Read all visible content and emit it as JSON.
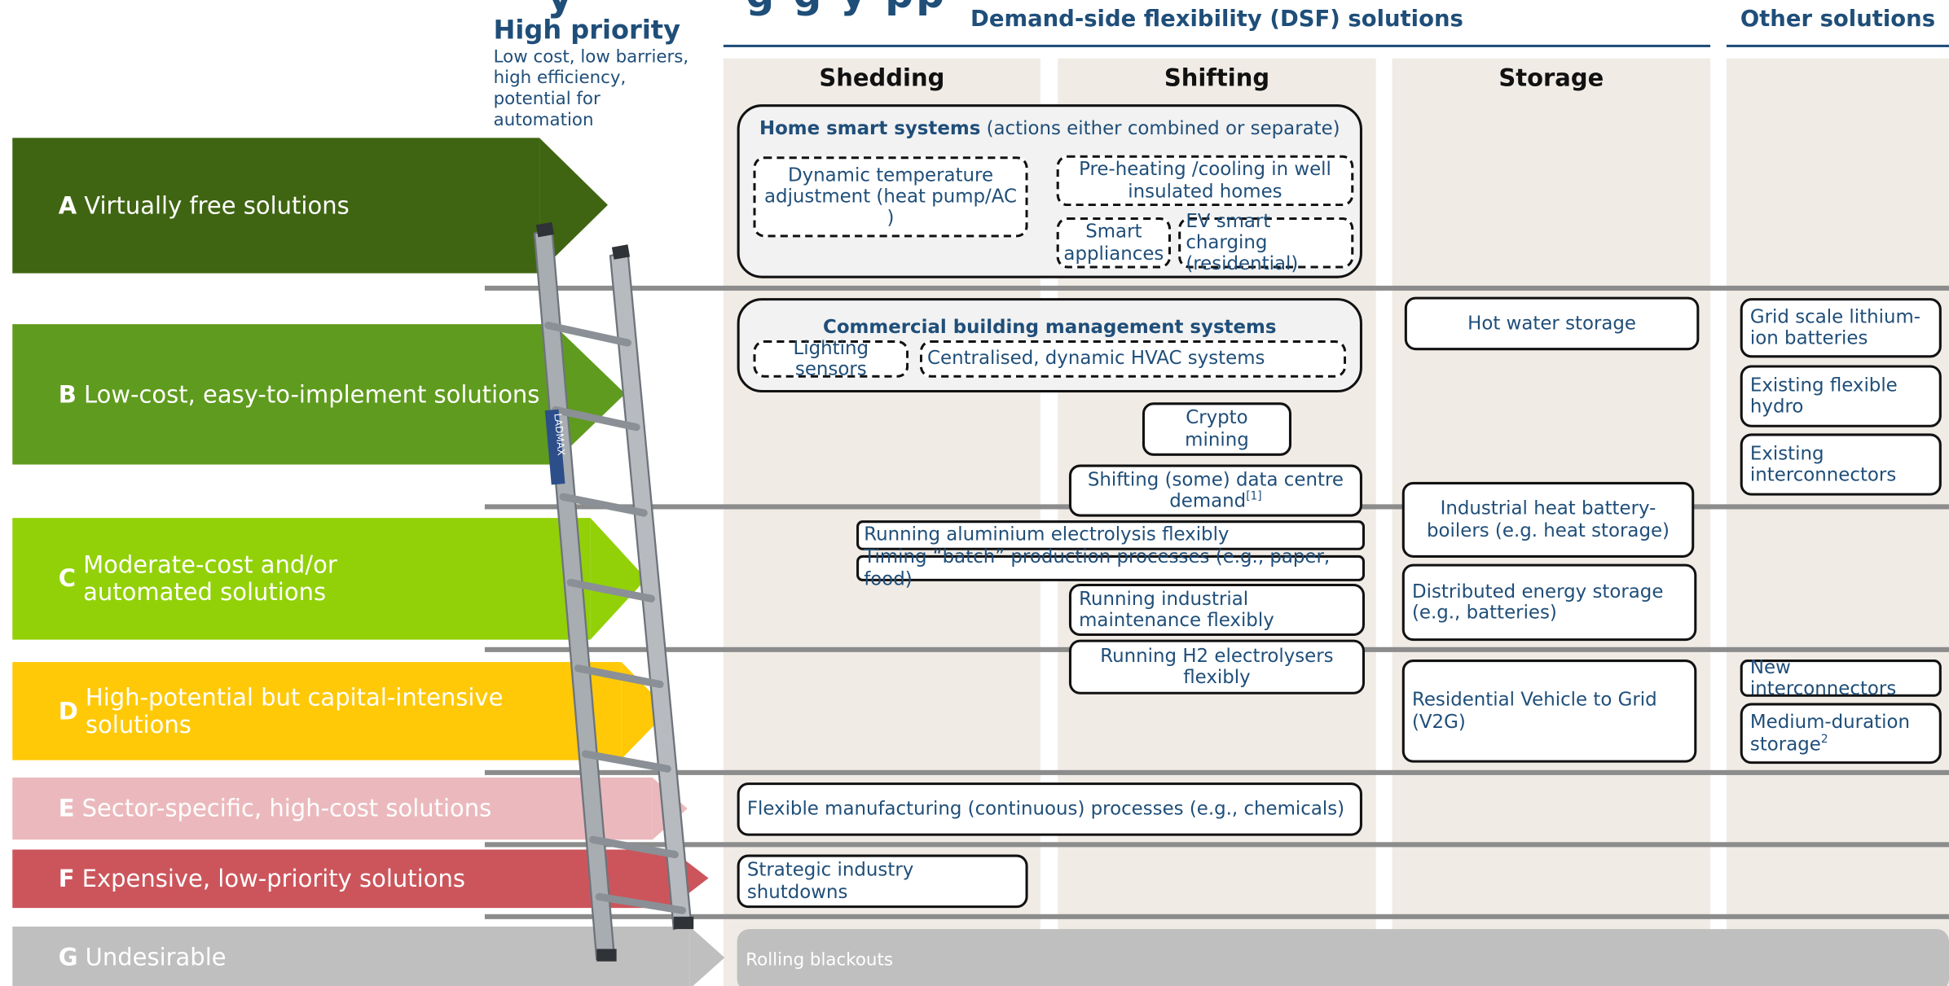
{
  "title_fragment": "y",
  "title_fragment_2": "g g y pp",
  "high_priority": {
    "title": "High priority",
    "desc": "Low cost, low barriers, high efficiency, potential for automation"
  },
  "headers": {
    "dsf": "Demand-side flexibility (DSF) solutions",
    "other": "Other solutions"
  },
  "columns": [
    "Shedding",
    "Shifting",
    "Storage"
  ],
  "bands": [
    {
      "letter": "A",
      "label": "Virtually free solutions",
      "color": "#3f6512"
    },
    {
      "letter": "B",
      "label": "Low-cost, easy-to-implement solutions",
      "color": "#5f9b1e"
    },
    {
      "letter": "C",
      "label": "Moderate-cost and/or automated solutions",
      "color": "#92d108"
    },
    {
      "letter": "D",
      "label": "High-potential but capital-intensive solutions",
      "color": "#ffc908"
    },
    {
      "letter": "E",
      "label": "Sector-specific, high-cost solutions",
      "color": "#ebb9bd"
    },
    {
      "letter": "F",
      "label": "Expensive, low-priority solutions",
      "color": "#cc555c"
    },
    {
      "letter": "G",
      "label": "Undesirable",
      "color": "#bfbfbf"
    }
  ],
  "ladder_brand": "LADMAX",
  "home_group": {
    "title_bold": "Home smart systems",
    "title_rest": "(actions either combined or separate)",
    "items": [
      "Dynamic temperature adjustment (heat pump/AC )",
      "Pre-heating /cooling in well insulated homes",
      "Smart appliances",
      "EV smart charging (residential)"
    ]
  },
  "commercial_group": {
    "title": "Commercial building management systems",
    "items": [
      "Lighting sensors",
      "Centralised, dynamic HVAC systems"
    ]
  },
  "boxes": {
    "crypto": "Crypto mining",
    "data_centre": "Shifting (some) data centre demand",
    "data_centre_ref": "[1]",
    "aluminium": "Running aluminium electrolysis flexibly",
    "batch": "Timing “batch” production processes (e.g., paper, food)",
    "maintenance": "Running industrial maintenance flexibly",
    "h2": "Running H2 electrolysers flexibly",
    "manufacturing": "Flexible manufacturing (continuous) processes (e.g., chemicals)",
    "shutdowns": "Strategic industry shutdowns",
    "blackouts": "Rolling blackouts",
    "hot_water": "Hot water storage",
    "heat_battery": "Industrial heat battery-boilers (e.g. heat storage)",
    "distributed": "Distributed energy storage (e.g., batteries)",
    "v2g": "Residential Vehicle to Grid (V2G)",
    "grid_lithium": "Grid scale lithium-ion batteries",
    "hydro": "Existing flexible hydro",
    "existing_interconnectors": "Existing interconnectors",
    "new_interconnectors": "New interconnectors",
    "medium_storage": "Medium-duration storage",
    "medium_storage_ref": "2"
  }
}
